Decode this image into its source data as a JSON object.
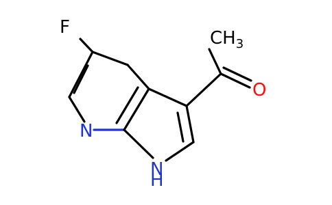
{
  "molecule": {
    "atoms": {
      "fluorine": "F",
      "carbonyl_oxygen": "O",
      "pyridine_nitrogen": "N",
      "pyrrole_nitrogen": "N",
      "pyrrole_hydrogen": "H",
      "methyl_carbon": "CH",
      "methyl_subscript": "3"
    },
    "colors": {
      "bond": "#000000",
      "nitrogen": "#1f33d6",
      "oxygen": "#ff0d0d",
      "fluorine": "#000000",
      "background": "#ffffff"
    }
  }
}
